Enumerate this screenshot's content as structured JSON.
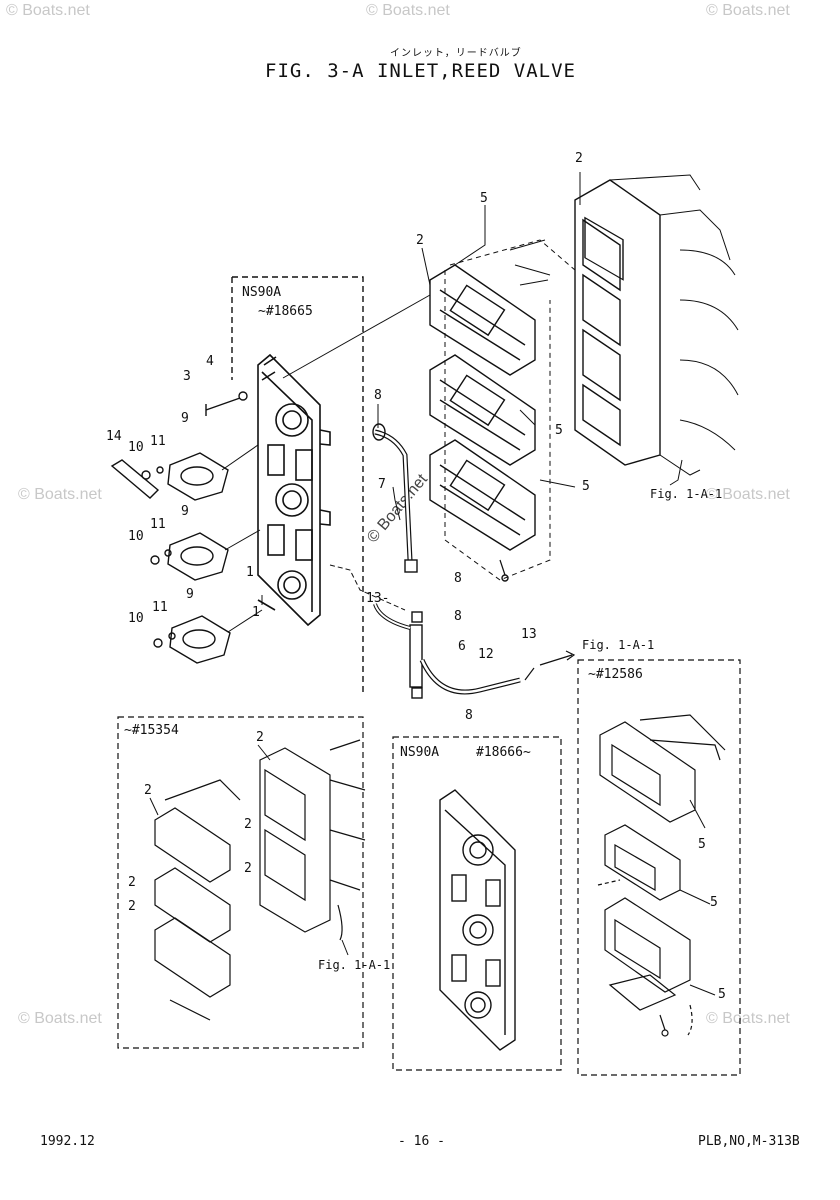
{
  "header": {
    "subtitle": "インレット，リードバルブ",
    "title": "FIG.  3-A INLET,REED VALVE"
  },
  "footer": {
    "date": "1992.12",
    "page": "- 16 -",
    "publication": "PLB,NO,M-313B"
  },
  "watermark": {
    "text": "© Boats.net"
  },
  "boxes": {
    "top_left": {
      "model": "NS90A",
      "serial": "~#18665"
    },
    "bottom_left": {
      "serial": "~#15354"
    },
    "bottom_center": {
      "model": "NS90A",
      "serial": "#18666~"
    },
    "bottom_right": {
      "serial": "~#12586"
    }
  },
  "references": {
    "fig_right": "Fig. 1-A-1",
    "fig_arrow": "Fig. 1-A-1",
    "fig_bottom": "Fig. 1-A-1"
  },
  "callouts": {
    "c1": "1",
    "c1b": "1",
    "c2a": "2",
    "c2b": "2",
    "c3": "3",
    "c4": "4",
    "c5a": "5",
    "c5b": "5",
    "c5c": "5",
    "c6": "6",
    "c7": "7",
    "c8a": "8",
    "c8b": "8",
    "c8c": "8",
    "c8d": "8",
    "c9a": "9",
    "c9b": "9",
    "c9c": "9",
    "c10a": "10",
    "c10b": "10",
    "c10c": "10",
    "c11a": "11",
    "c11b": "11",
    "c11c": "11",
    "c12": "12",
    "c13a": "13",
    "c13b": "13-",
    "c14": "14",
    "bl2a": "2",
    "bl2b": "2",
    "bl2c": "2",
    "bl2d": "2",
    "bl2e": "2",
    "bl2f": "2",
    "br5a": "5",
    "br5b": "5",
    "br5c": "5"
  }
}
